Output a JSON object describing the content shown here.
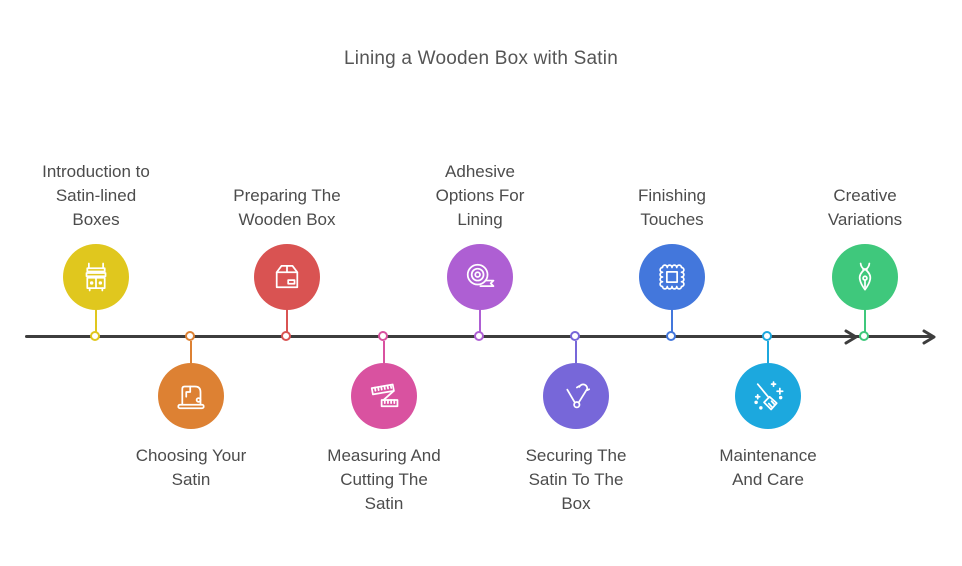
{
  "title": "Lining a Wooden Box with Satin",
  "timeline": {
    "line_color": "#3d3d3d",
    "text_color": "#4c4c4c"
  },
  "nodes": [
    {
      "label": [
        "Introduction to",
        "Satin-lined",
        "Boxes"
      ],
      "color": "#e0c71e",
      "icon": "dresser-icon",
      "position": "top"
    },
    {
      "label": [
        "Choosing Your",
        "Satin"
      ],
      "color": "#dd8133",
      "icon": "sewing-machine-icon",
      "position": "bottom"
    },
    {
      "label": [
        "Preparing The",
        "Wooden Box"
      ],
      "color": "#d95352",
      "icon": "package-box-icon",
      "position": "top"
    },
    {
      "label": [
        "Measuring And",
        "Cutting The",
        "Satin"
      ],
      "color": "#d952a0",
      "icon": "measuring-tape-icon",
      "position": "bottom"
    },
    {
      "label": [
        "Adhesive",
        "Options For",
        "Lining"
      ],
      "color": "#ae5fd3",
      "icon": "tape-roll-icon",
      "position": "top"
    },
    {
      "label": [
        "Securing The",
        "Satin To The",
        "Box"
      ],
      "color": "#7767d9",
      "icon": "safety-pin-icon",
      "position": "bottom"
    },
    {
      "label": [
        "Finishing",
        "Touches"
      ],
      "color": "#4377dc",
      "icon": "stamp-icon",
      "position": "top"
    },
    {
      "label": [
        "Maintenance",
        "And Care"
      ],
      "color": "#1ca8de",
      "icon": "broom-icon",
      "position": "bottom"
    },
    {
      "label": [
        "Creative",
        "Variations"
      ],
      "color": "#3fc87c",
      "icon": "pen-nib-icon",
      "position": "top"
    }
  ]
}
